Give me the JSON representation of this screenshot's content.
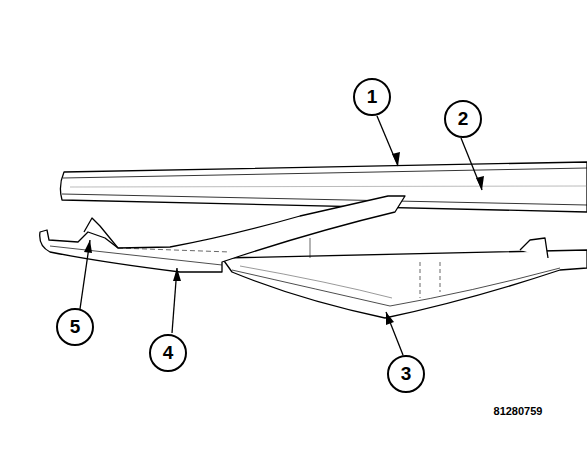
{
  "diagram": {
    "labels": [
      "1",
      "2",
      "3",
      "4",
      "5",
      "81280759"
    ]
  }
}
